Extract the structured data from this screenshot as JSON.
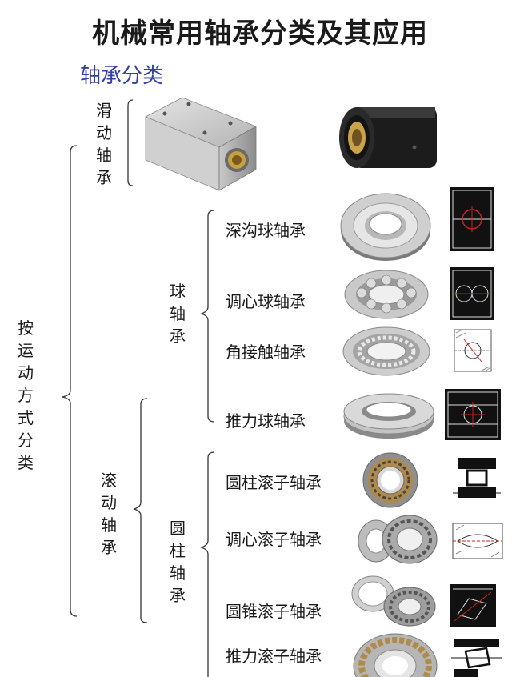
{
  "title": "机械常用轴承分类及其应用",
  "subtitle": "轴承分类",
  "root": {
    "label": "按运动方式分类"
  },
  "sliding": {
    "label": "滑动轴承"
  },
  "rolling": {
    "label": "滚动轴承"
  },
  "ball_group": {
    "label": "球轴承",
    "items": [
      {
        "label": "深沟球轴承"
      },
      {
        "label": "调心球轴承"
      },
      {
        "label": "角接触轴承"
      },
      {
        "label": "推力球轴承"
      }
    ]
  },
  "roller_group": {
    "label": "圆柱轴承",
    "items": [
      {
        "label": "圆柱滚子轴承"
      },
      {
        "label": "调心滚子轴承"
      },
      {
        "label": "圆锥滚子轴承"
      },
      {
        "label": "推力滚子轴承"
      }
    ]
  },
  "colors": {
    "subtitle": "#3340a8",
    "section_red": "#d02020",
    "bracket": "#333333"
  }
}
